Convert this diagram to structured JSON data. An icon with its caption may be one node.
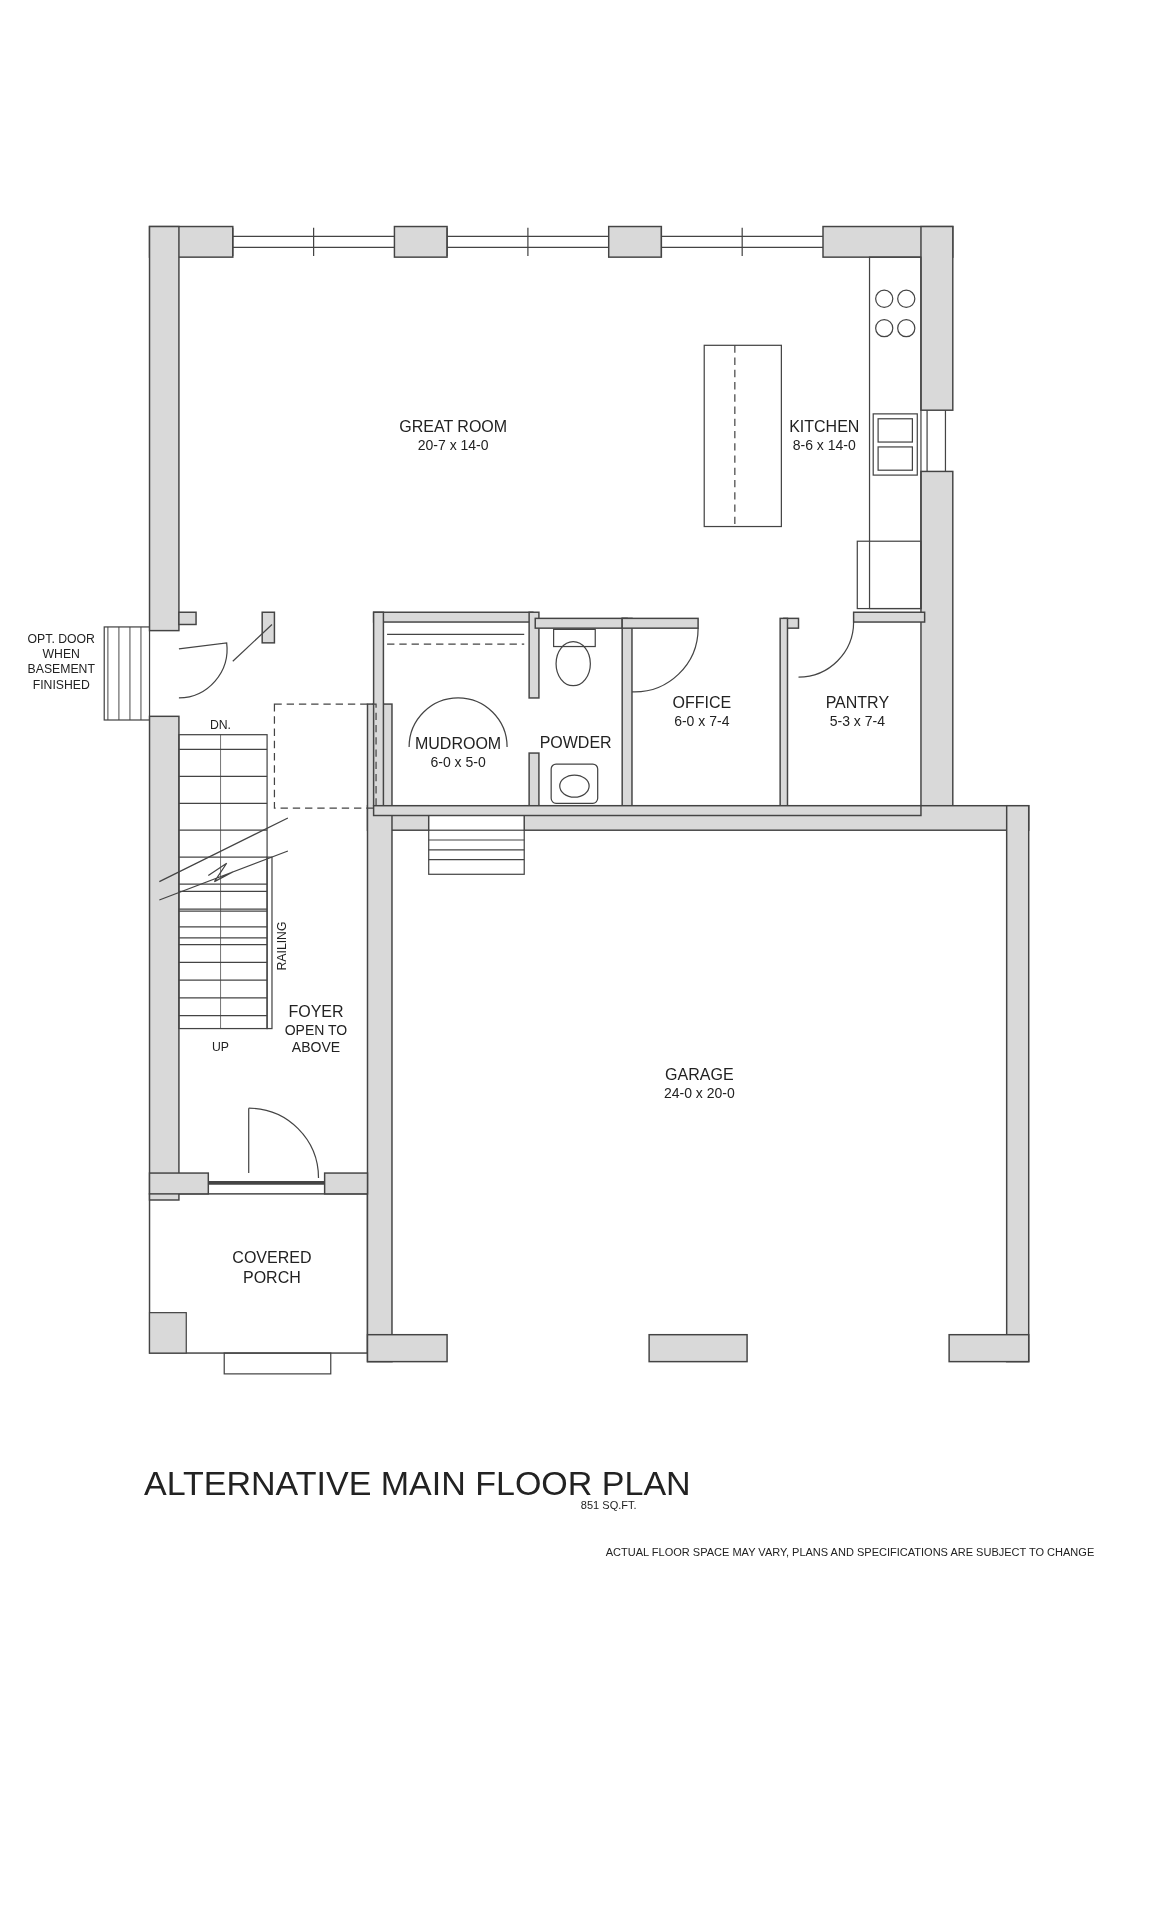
{
  "diagram": {
    "title": "ALTERNATIVE MAIN FLOOR PLAN",
    "nodes": [
      {
        "text": [
          "GREAT ROOM",
          "20-7 x 14-0"
        ]
      },
      {
        "text": [
          "KITCHEN",
          "8-6 x 14-0"
        ]
      },
      {
        "text": [
          "OFFICE",
          "6-0 x 7-4"
        ]
      },
      {
        "text": [
          "PANTRY",
          "5-3 x 7-4"
        ]
      },
      {
        "text": [
          "MUDROOM",
          "6-0 x 5-0"
        ]
      },
      {
        "text": [
          "POWDER"
        ]
      },
      {
        "text": [
          "FOYER",
          "OPEN TO ABOVE"
        ]
      },
      {
        "text": [
          "GARAGE",
          "24-0 x 20-0"
        ]
      },
      {
        "text": [
          "COVERED PORCH"
        ]
      }
    ],
    "labels": [
      "OPT. DOOR WHEN BASEMENT FINISHED",
      "DN.",
      "RAILING",
      "UP",
      "851 SQ.FT.",
      "ACTUAL FLOOR SPACE MAY VARY, PLANS AND SPECIFICATIONS ARE SUBJECT TO CHANGE"
    ]
  }
}
